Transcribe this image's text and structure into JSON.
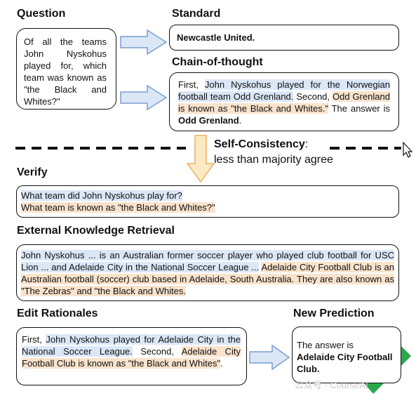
{
  "headers": {
    "question": "Question",
    "standard": "Standard",
    "cot": "Chain-of-thought",
    "verify": "Verify",
    "ekr": "External Knowledge Retrieval",
    "edit": "Edit Rationales",
    "newpred": "New Prediction"
  },
  "question_text": "Of all the teams John Nyskohus played for, which team was known as \"the Black and Whites?\"",
  "standard_answer": "Newcastle United.",
  "cot": {
    "p1": "First, ",
    "b1": "John Nyskohus played for the Norwegian football team Odd Grenland.",
    "p2": " Second, ",
    "o1": "Odd Grenland is known as \"the Black and Whites.\"",
    "p3": " The answer is ",
    "ans": "Odd Grenland",
    "p4": "."
  },
  "self_consistency": {
    "label": "Self-Consistency",
    "colon": ":",
    "sub": "less than majority agree"
  },
  "verify": {
    "q1": "What team did John Nyskohus play for?",
    "q2": "What team is known as \"the Black and Whites?\""
  },
  "ekr": {
    "blue": "John Nyskohus ... is an Australian former soccer player who played club football for USC Lion ... and Adelaide City in the National Soccer League ...",
    "orange": "Adelaide City Football Club is an Australian football (soccer) club based in Adelaide, South Australia. They are also known as \"The Zebras\" and \"the Black and Whites."
  },
  "edit": {
    "p1": "First, ",
    "b1": "John Nyskohus played for Adelaide City in the National Soccer League.",
    "p2": " Second, ",
    "o1": "Adelaide City Football Club is known as \"the Black and Whites\"",
    "p3": "."
  },
  "new_prediction": {
    "prefix": "The answer is",
    "answer": "Adelaide City Football Club."
  },
  "watermark": "公众号 · CourseAI",
  "colors": {
    "blue_highlight": "#dbe7f7",
    "orange_highlight": "#f9e3cc",
    "arrow_fill": "#dbe6f6",
    "arrow_stroke": "#7a9fd0",
    "down_arrow_fill": "#fde9c4",
    "down_arrow_stroke": "#e8b25c",
    "cross": "#e02020",
    "check": "#2aa84a"
  }
}
